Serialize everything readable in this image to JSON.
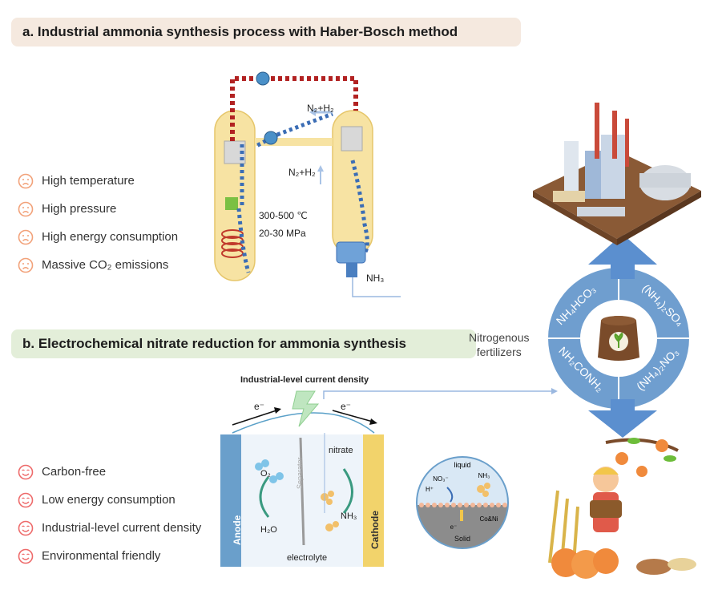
{
  "section_a": {
    "title": "a. Industrial ammonia synthesis process with Haber-Bosch method",
    "drawbacks": [
      "High temperature",
      "High pressure",
      "High energy consumption",
      "Massive CO₂ emissions"
    ],
    "gas_label_top": "N₂+H₂",
    "gas_label_mid": "N₂+H₂",
    "temperature": "300-500 ℃",
    "pressure": "20-30 MPa",
    "product": "NH₃"
  },
  "fertilizers": {
    "label_line1": "Nitrogenous",
    "label_line2": "fertilizers",
    "compounds": [
      "NH₄HCO₃",
      "(NH₄)₂SO₄",
      "(NH₄)₂NO₃",
      "NH₂CONH₂"
    ]
  },
  "section_b": {
    "title": "b. Electrochemical nitrate reduction for ammonia synthesis",
    "advantages": [
      "Carbon-free",
      "Low energy consumption",
      "Industrial-level current density",
      "Environmental friendly"
    ],
    "current_label": "Industrial-level current density",
    "electron_left": "e⁻",
    "electron_right": "e⁻",
    "anode": "Anode",
    "cathode": "Cathode",
    "separator": "Separator",
    "electrolyte": "electrolyte",
    "o2": "O₂",
    "h2o": "H₂O",
    "nitrate": "nitrate",
    "nh3": "NH₃",
    "inset": {
      "liquid": "liquid",
      "no3": "NO₃⁻",
      "h_plus": "H⁺",
      "nh3": "NH₃",
      "catalyst": "Co&Ni",
      "electron": "e⁻",
      "solid": "Solid"
    }
  },
  "colors": {
    "title_a_bg": "#f5e9df",
    "title_b_bg": "#e3eed9",
    "hot_loop": "#b22222",
    "cold_loop": "#3b6db5",
    "circle": "#6f9ecf",
    "anode": "#6a9fcb",
    "cathode": "#f2d36b",
    "sad_face": "#f2a27a",
    "happy_face": "#ee6b6b"
  }
}
